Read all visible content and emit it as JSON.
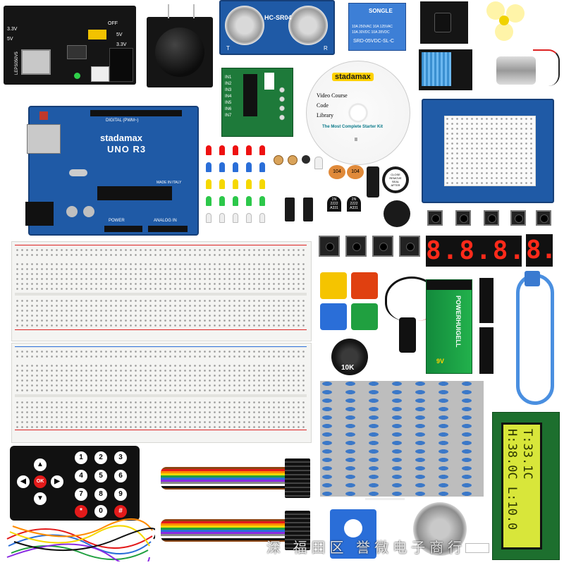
{
  "power_module": {
    "labels": [
      "3.3V",
      "5V",
      "OFF",
      "5V",
      "3.3V"
    ],
    "brand_code": "LEPS050V5"
  },
  "ultrasonic": {
    "model": "HC-SR04",
    "pins": [
      "T",
      "R"
    ]
  },
  "relay": {
    "brand": "SONGLE",
    "spec_line1": "10A 250VAC 10A 125VAC",
    "spec_line2": "10A 30VDC 10A 28VDC",
    "model": "SRD-05VDC-SL-C"
  },
  "arduino": {
    "brand": "stadamax",
    "model": "UNO R3",
    "header_label": "DIGITAL (PWM~)",
    "power_label": "POWER",
    "analog_label": "ANALOG IN",
    "made_in": "MADE IN ITALY"
  },
  "driver_board": {
    "pins": [
      "IN1",
      "IN2",
      "IN3",
      "IN4",
      "IN5",
      "IN6",
      "IN7"
    ]
  },
  "cd": {
    "brand": "stadamax",
    "lines": [
      "Video Course",
      "Code",
      "Library"
    ],
    "tagline": "The Most Complete Starter Kit",
    "disc_no": "II"
  },
  "capacitors": {
    "ceramic": "104"
  },
  "transistors": {
    "lines": [
      "2N",
      "2222",
      "A331"
    ]
  },
  "buzzer": {
    "sticker": [
      "CLOSE",
      "REMOVE",
      "SEAL",
      "AFTER",
      "WASHING"
    ]
  },
  "seven_segment": {
    "four_digit": "8.8.8.8.",
    "single_digit": "8."
  },
  "battery": {
    "brand": "POWERHUIGELL",
    "voltage": "9V"
  },
  "potentiometer": {
    "value": "10K"
  },
  "lcd": {
    "line1": "T:33.1C",
    "line2": "H:38.0C L:10.0"
  },
  "watermark": {
    "text": "深 福田区 誉微电子商行"
  },
  "remote": {
    "center_label": "OK",
    "digits": [
      "1",
      "4",
      "7",
      "*",
      "2",
      "5",
      "8",
      "0",
      "3",
      "6",
      "9",
      "#"
    ]
  },
  "colors": {
    "pcb_blue": "#1f5aa6",
    "lcd_green": "#d8e63a",
    "segment_red": "#ff2a1a",
    "key_yellow": "#f5c400",
    "key_red": "#e04010",
    "key_blue": "#2a6ed8",
    "key_green": "#20a040"
  }
}
